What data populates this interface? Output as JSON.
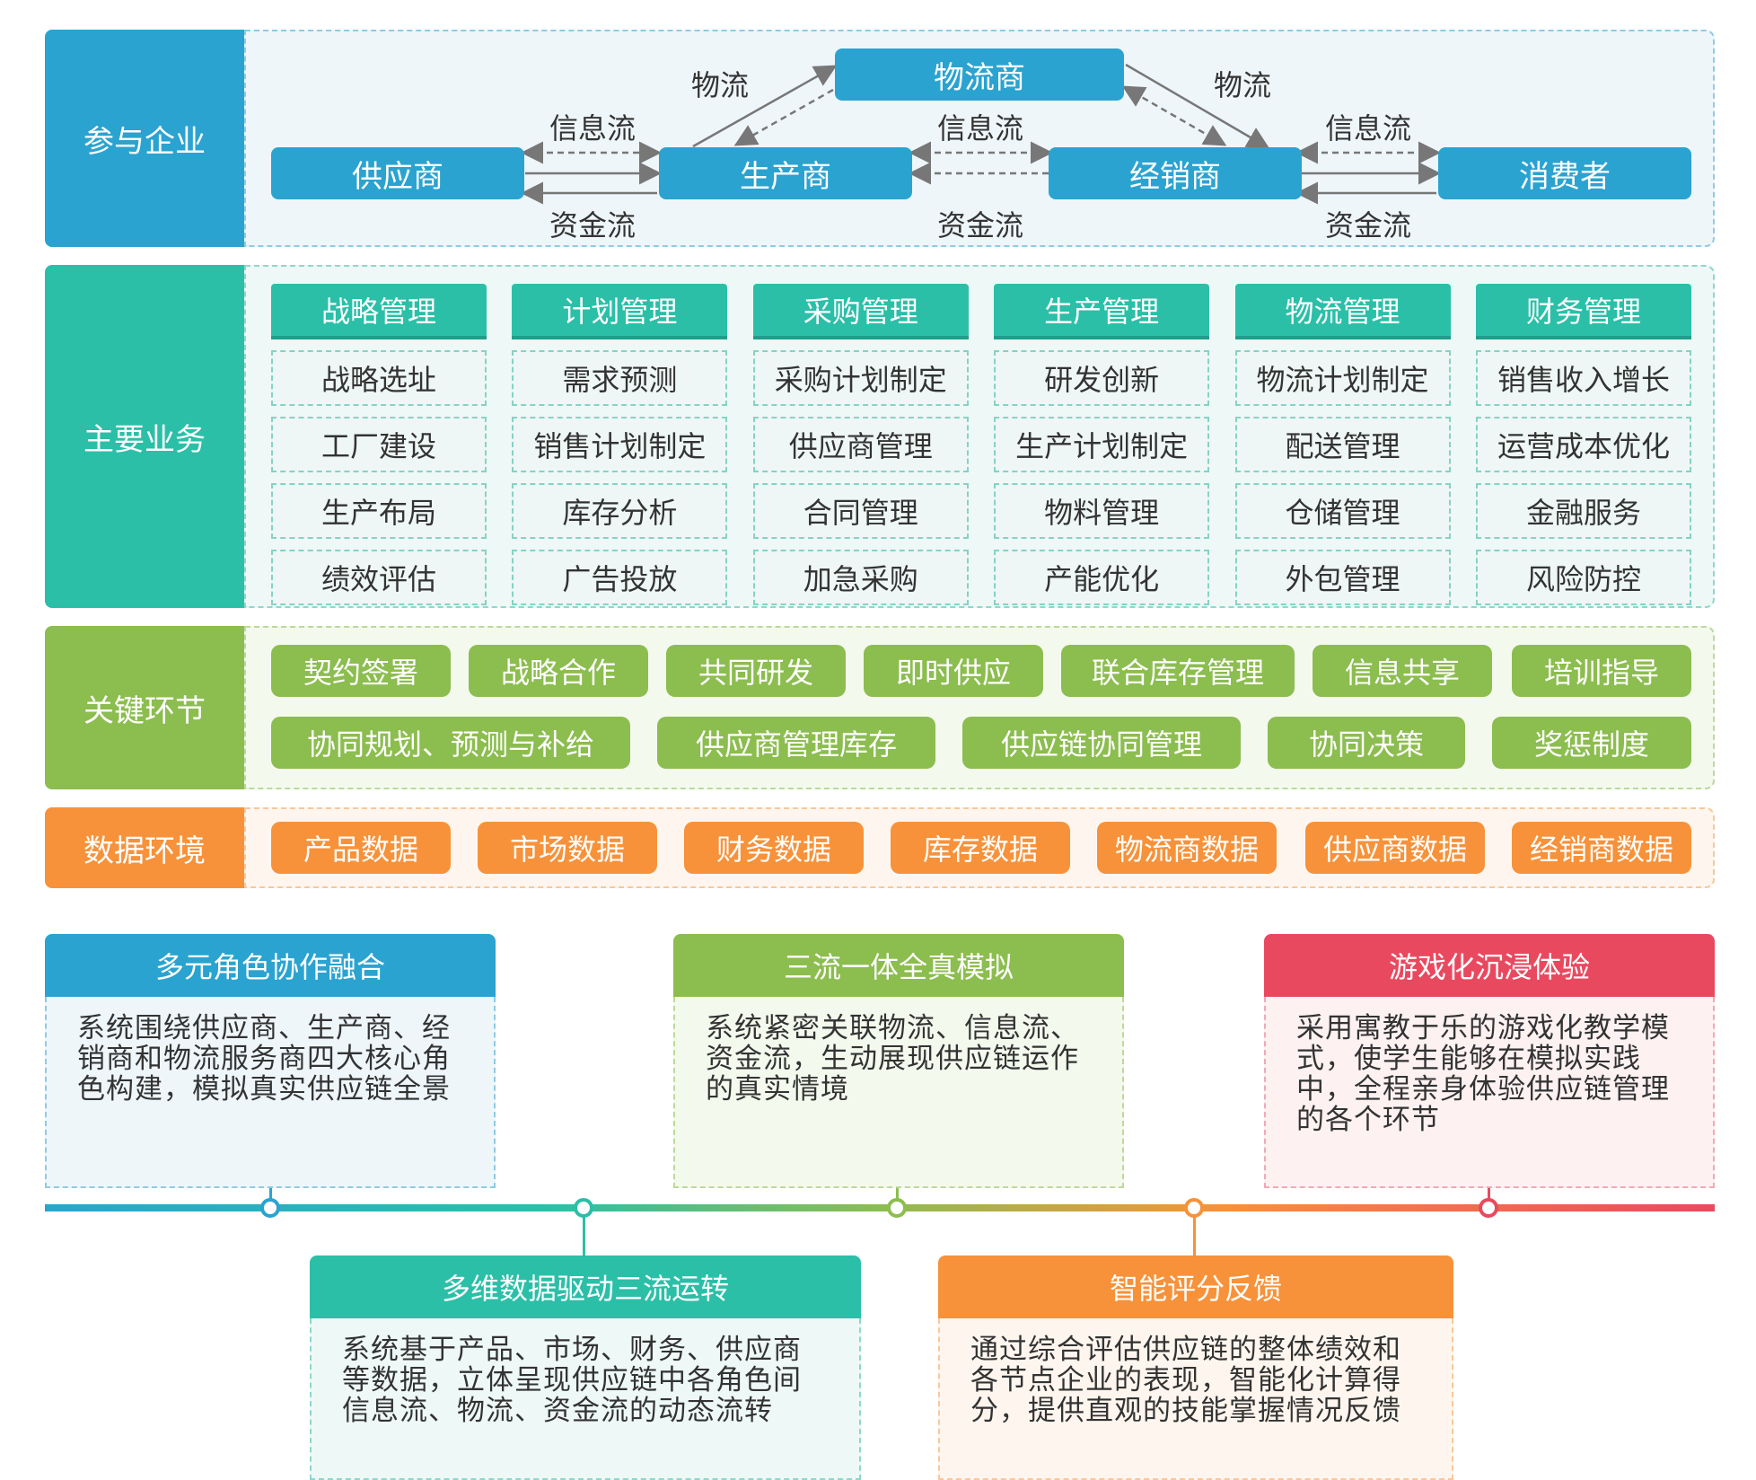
{
  "rows": {
    "participants": {
      "label": "参与企业"
    },
    "business": {
      "label": "主要业务"
    },
    "key": {
      "label": "关键环节"
    },
    "data": {
      "label": "数据环境"
    }
  },
  "parties": [
    "供应商",
    "生产商",
    "物流商",
    "经销商",
    "消费者"
  ],
  "flows": {
    "info": "信息流",
    "logistics": "物流",
    "capital": "资金流"
  },
  "business_columns": [
    {
      "title": "战略管理",
      "items": [
        "战略选址",
        "工厂建设",
        "生产布局",
        "绩效评估"
      ]
    },
    {
      "title": "计划管理",
      "items": [
        "需求预测",
        "销售计划制定",
        "库存分析",
        "广告投放"
      ]
    },
    {
      "title": "采购管理",
      "items": [
        "采购计划制定",
        "供应商管理",
        "合同管理",
        "加急采购"
      ]
    },
    {
      "title": "生产管理",
      "items": [
        "研发创新",
        "生产计划制定",
        "物料管理",
        "产能优化"
      ]
    },
    {
      "title": "物流管理",
      "items": [
        "物流计划制定",
        "配送管理",
        "仓储管理",
        "外包管理"
      ]
    },
    {
      "title": "财务管理",
      "items": [
        "销售收入增长",
        "运营成本优化",
        "金融服务",
        "风险防控"
      ]
    }
  ],
  "key_links_row1": [
    "契约签署",
    "战略合作",
    "共同研发",
    "即时供应",
    "联合库存管理",
    "信息共享",
    "培训指导"
  ],
  "key_links_row2": [
    "协同规划、预测与补给",
    "供应商管理库存",
    "供应链协同管理",
    "协同决策",
    "奖惩制度"
  ],
  "data_env": [
    "产品数据",
    "市场数据",
    "财务数据",
    "库存数据",
    "物流商数据",
    "供应商数据",
    "经销商数据"
  ],
  "features": [
    {
      "title": "多元角色协作融合",
      "text": "系统围绕供应商、生产商、经销商和物流服务商四大核心角色构建，模拟真实供应链全景",
      "color": "#2ba3d0"
    },
    {
      "title": "多维数据驱动三流运转",
      "text": "系统基于产品、市场、财务、供应商等数据，立体呈现供应链中各角色间信息流、物流、资金流的动态流转",
      "color": "#2bbfa8"
    },
    {
      "title": "三流一体全真模拟",
      "text": "系统紧密关联物流、信息流、资金流，生动展现供应链运作的真实情境",
      "color": "#8cbd4f"
    },
    {
      "title": "智能评分反馈",
      "text": "通过综合评估供应链的整体绩效和各节点企业的表现，智能化计算得分，提供直观的技能掌握情况反馈",
      "color": "#f7923a"
    },
    {
      "title": "游戏化沉浸体验",
      "text": "采用寓教于乐的游戏化教学模式，使学生能够在模拟实践中，全程亲身体验供应链管理的各个环节",
      "color": "#e9495f"
    }
  ]
}
